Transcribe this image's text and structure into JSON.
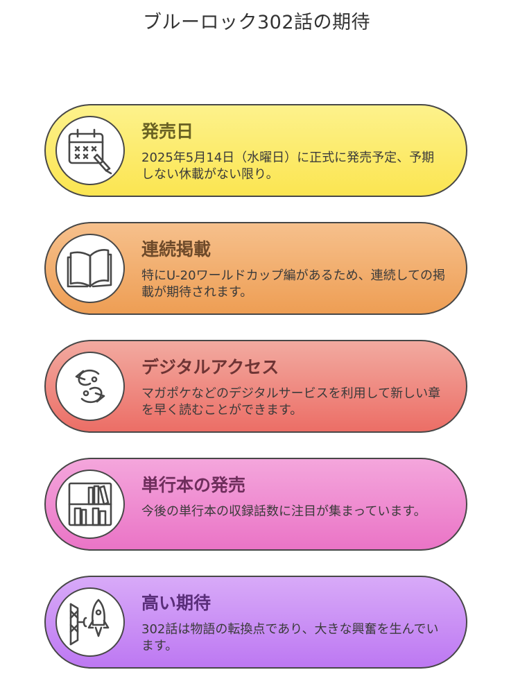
{
  "title": "ブルーロック302話の期待",
  "items": [
    {
      "title": "発売日",
      "desc": "2025年5月14日（水曜日）に正式に発売予定、予期しない休載がない限り。",
      "icon": "calendar-icon"
    },
    {
      "title": "連続掲載",
      "desc": "特にU-20ワールドカップ編があるため、連続しての掲載が期待されます。",
      "icon": "open-book-icon"
    },
    {
      "title": "デジタルアクセス",
      "desc": "マガポケなどのデジタルサービスを利用して新しい章を早く読むことができます。",
      "icon": "digital-access-icon"
    },
    {
      "title": "単行本の発売",
      "desc": "今後の単行本の収録話数に注目が集まっています。",
      "icon": "bookshelf-icon"
    },
    {
      "title": "高い期待",
      "desc": "302話は物語の転換点であり、大きな興奮を生んでいます。",
      "icon": "rocket-icon"
    }
  ],
  "colors": {
    "card1": "#fbe551",
    "card2": "#ee9e54",
    "card3": "#ec6e66",
    "card4": "#ea74c6",
    "card5": "#bd78f2",
    "outline": "#474747"
  }
}
